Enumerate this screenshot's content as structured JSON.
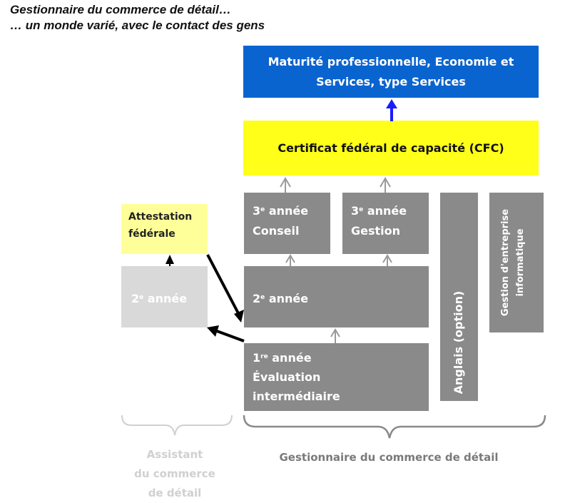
{
  "heading": {
    "line1": "Gestionnaire du commerce de détail…",
    "line2": "… un monde varié, avec le contact des gens"
  },
  "boxes": {
    "maturite_line1": "Maturité professionnelle, Economie et",
    "maturite_line2": "Services, type Services",
    "cfc": "Certificat fédéral de capacité (CFC)",
    "attestation_line1": "Attestation",
    "attestation_line2": "fédérale",
    "assistant_year_num": "2",
    "assistant_year_sup": "e",
    "assistant_year_word": " année",
    "conseil_num": "3",
    "conseil_sup": "e",
    "conseil_word": " année",
    "conseil_label": "Conseil",
    "gestion_num": "3",
    "gestion_sup": "e",
    "gestion_word": " année",
    "gestion_label": "Gestion",
    "second_num": "2",
    "second_sup": "e",
    "second_word": " année",
    "first_num": "1",
    "first_sup": "re",
    "first_word": " année",
    "first_line2": "Évaluation",
    "first_line3": "intermédiaire",
    "anglais": "Anglais (option)",
    "gestion_info_line1": "Gestion d'entreprise",
    "gestion_info_line2": "informatique"
  },
  "footer": {
    "assistant_line1": "Assistant",
    "assistant_line2": "du commerce",
    "assistant_line3": "de détail",
    "gestionnaire": "Gestionnaire du commerce de détail"
  },
  "colors": {
    "blue": "#0a64d0",
    "yellow": "#ffff1a",
    "pale_yellow": "#ffff99",
    "gray": "#8a8a8a",
    "light_gray": "#d9d9d9",
    "arrow_blue": "#1a1aff"
  }
}
